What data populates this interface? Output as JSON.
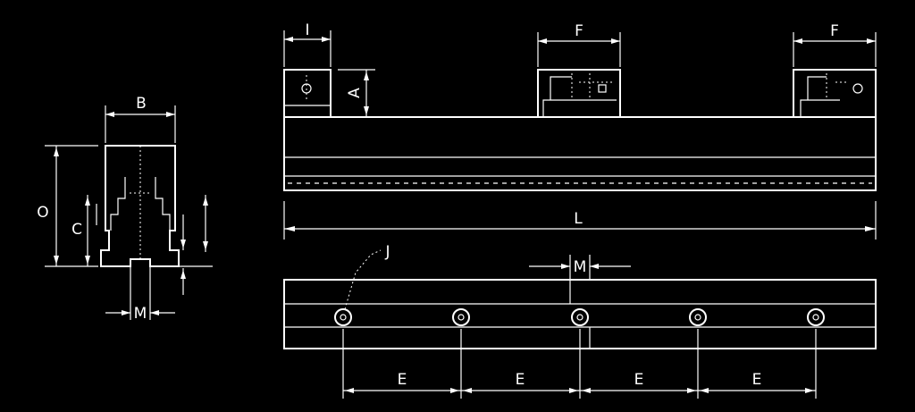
{
  "labels": {
    "B": "B",
    "O": "O",
    "C": "C",
    "M_end": "M",
    "I": "I",
    "A": "A",
    "F1": "F",
    "F2": "F",
    "L": "L",
    "J": "J",
    "M_bottom": "M",
    "E1": "E",
    "E2": "E",
    "E3": "E",
    "E4": "E"
  }
}
